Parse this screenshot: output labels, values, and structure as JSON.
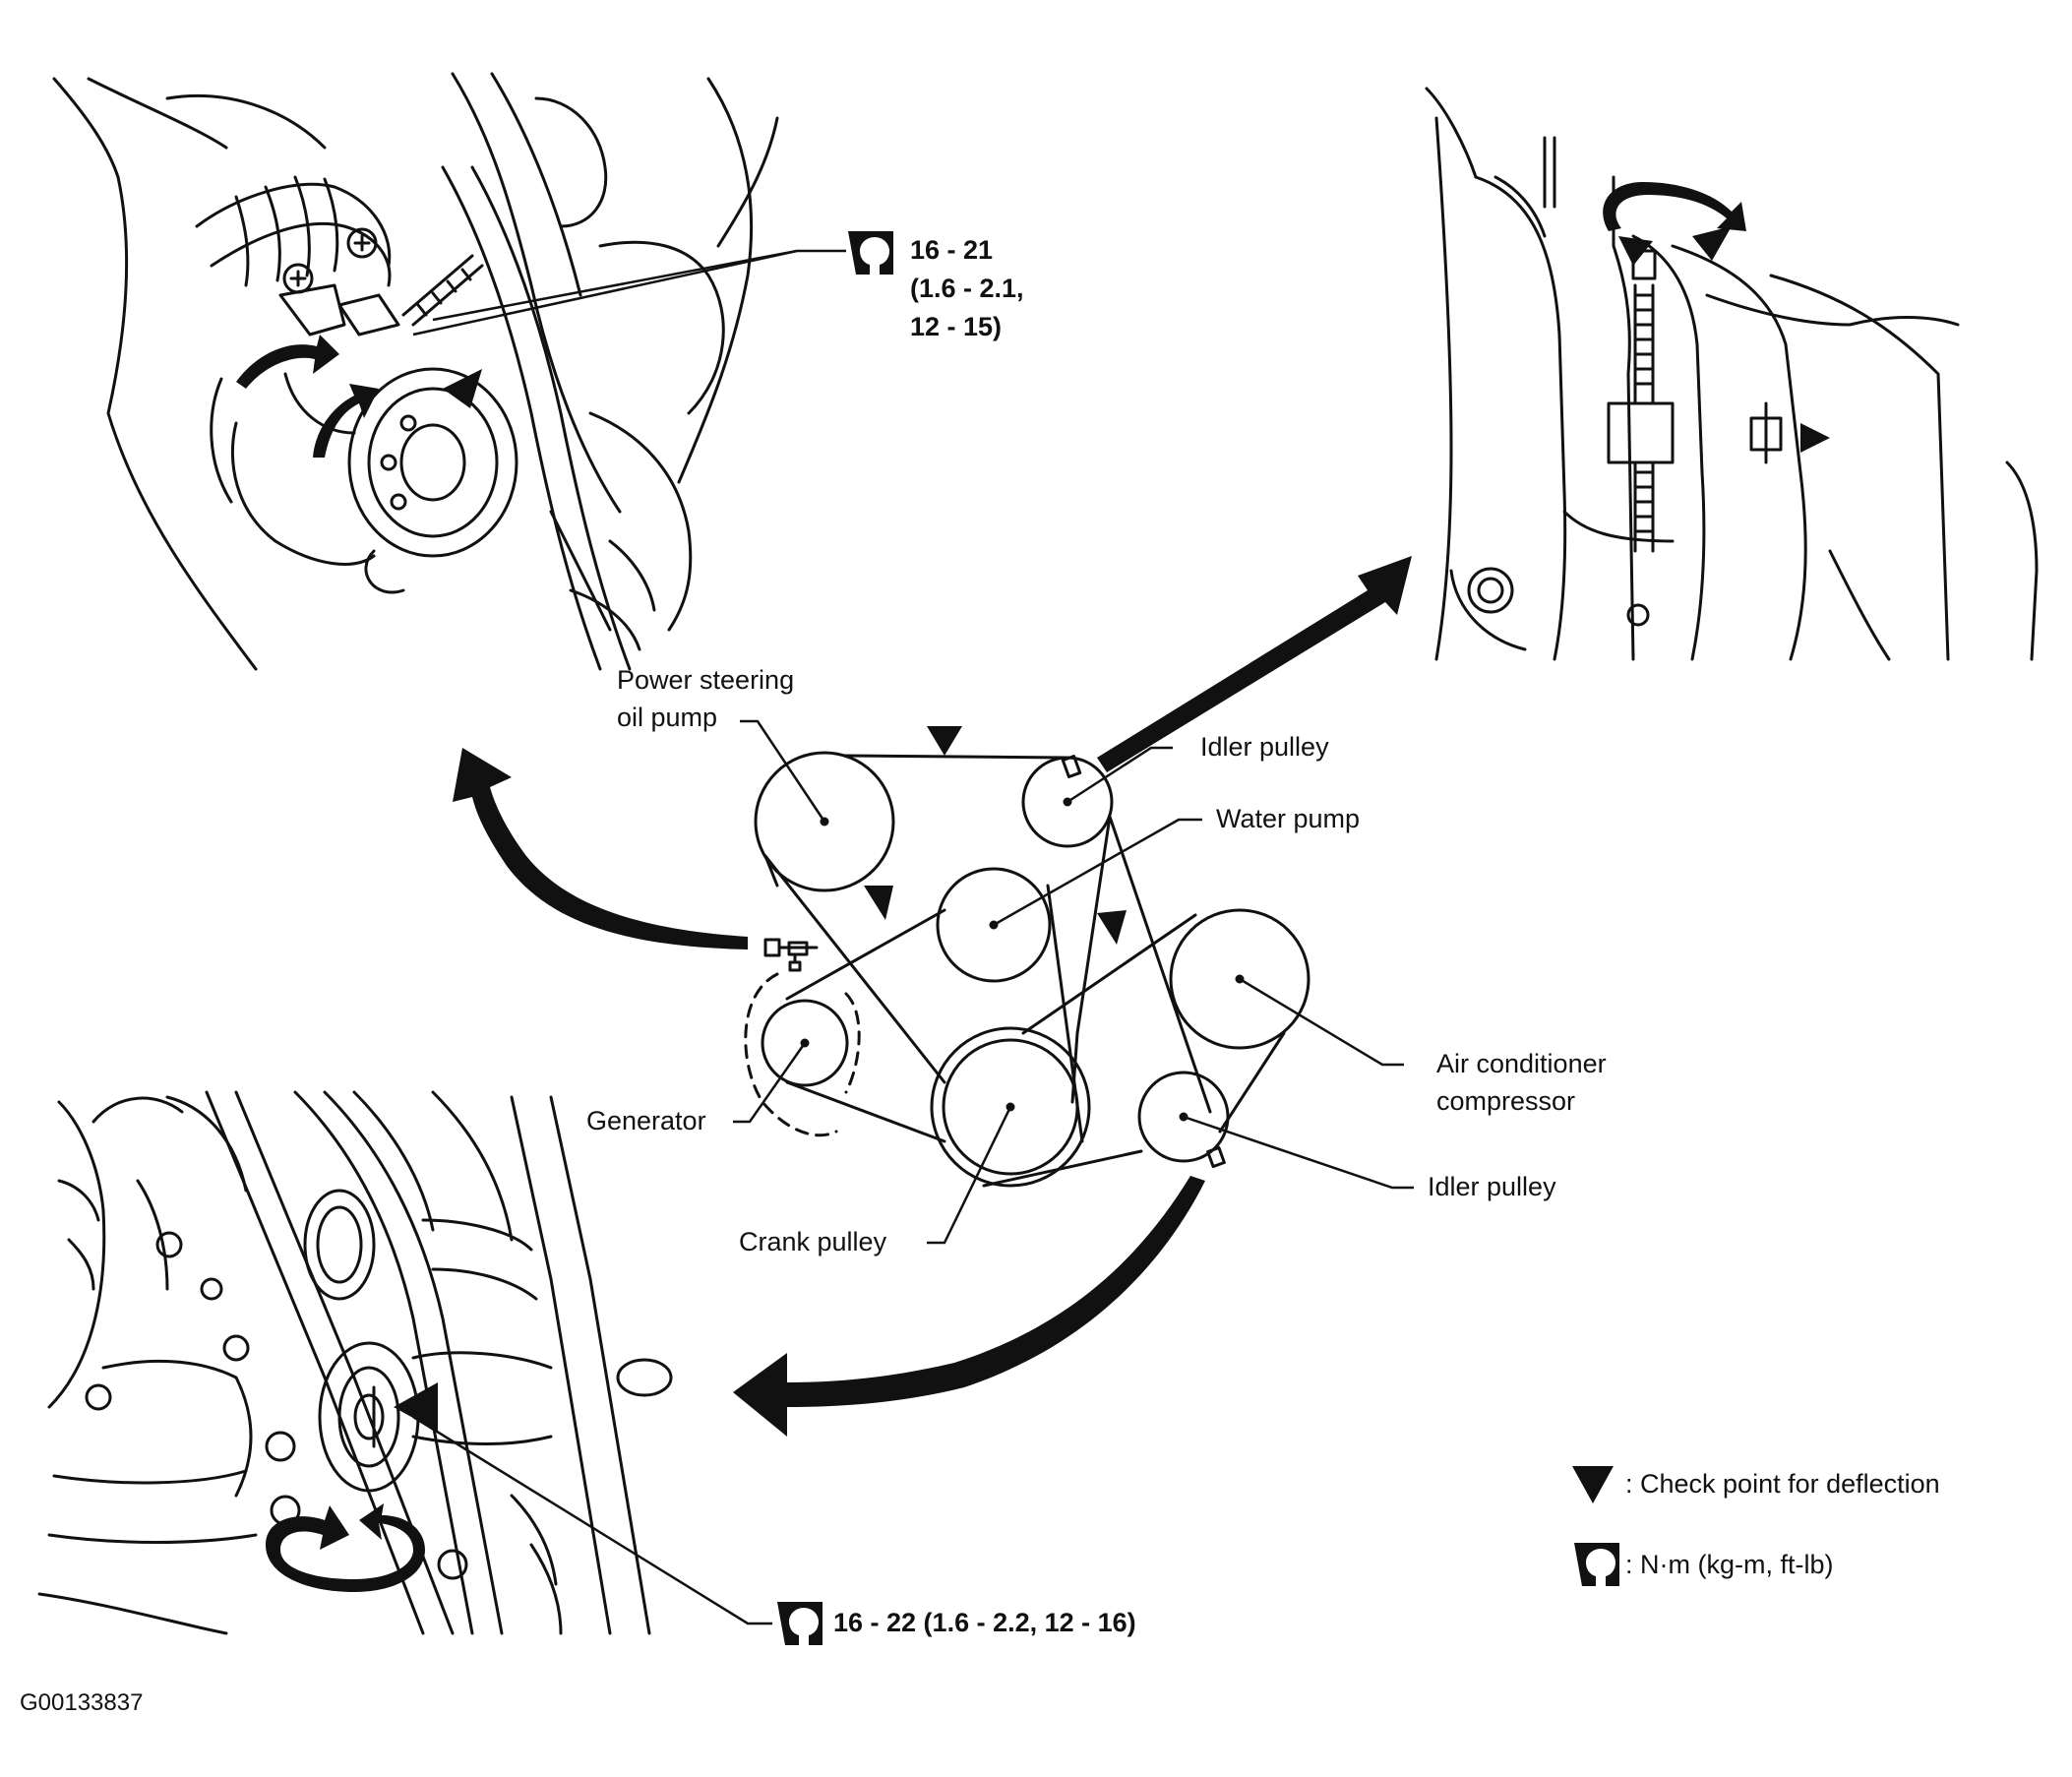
{
  "diagram": {
    "components": {
      "power_steering_pump_line1": "Power steering",
      "power_steering_pump_line2": "oil pump",
      "idler_pulley_top": "Idler pulley",
      "water_pump": "Water pump",
      "ac_compressor_line1": "Air conditioner",
      "ac_compressor_line2": "compressor",
      "generator": "Generator",
      "crank_pulley": "Crank pulley",
      "idler_pulley_bottom": "Idler pulley"
    },
    "torque_specs": {
      "top_line1": "16 - 21",
      "top_line2": "(1.6 - 2.1,",
      "top_line3": "12 - 15)",
      "bottom": "16 - 22 (1.6 - 2.2, 12 - 16)"
    },
    "legend": {
      "deflection": ": Check point for deflection",
      "units": ": N·m (kg-m, ft-lb)"
    },
    "figure_id": "G00133837",
    "colors": {
      "ink": "#111111",
      "paper": "#ffffff"
    }
  }
}
